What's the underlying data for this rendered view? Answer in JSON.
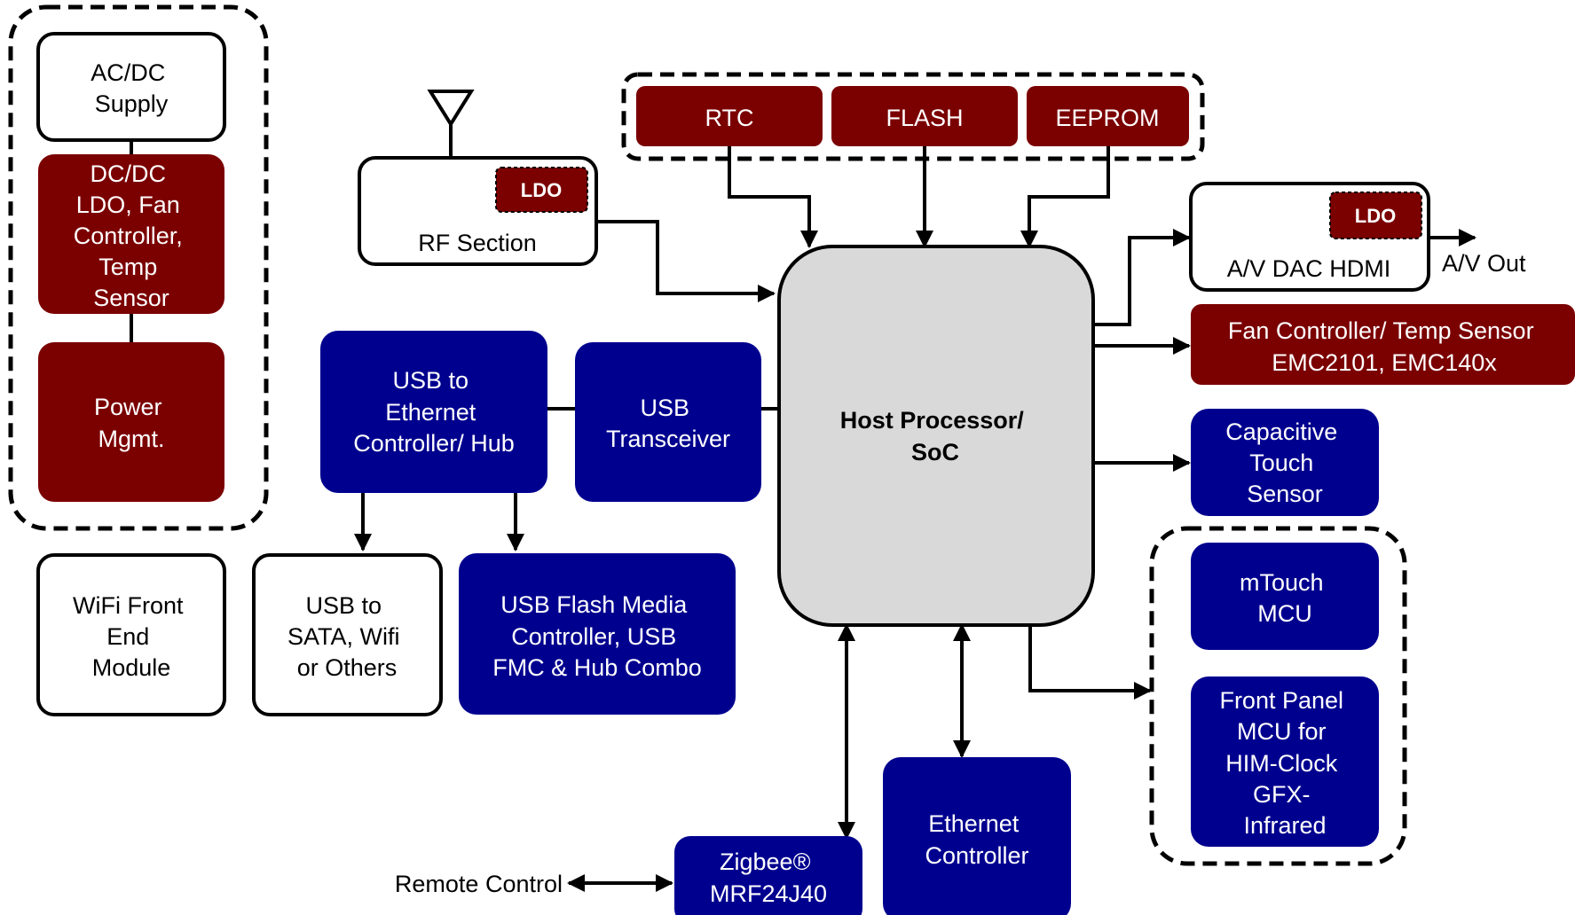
{
  "colors": {
    "red": "#7b0000",
    "blue": "#00008f",
    "soc_fill": "#d9d9d9",
    "line": "#000000"
  },
  "power": {
    "ac_dc": [
      "AC/DC",
      "Supply"
    ],
    "dc_dc": [
      "DC/DC",
      "LDO, Fan",
      "Controller,",
      "Temp",
      "Sensor"
    ],
    "power_mgmt": [
      "Power",
      "Mgmt."
    ]
  },
  "wifi": [
    "WiFi Front",
    "End",
    "Module"
  ],
  "antenna_icon": "antenna-icon",
  "rf": {
    "ldo": "LDO",
    "label": "RF Section"
  },
  "memory": {
    "rtc": "RTC",
    "flash": "FLASH",
    "eeprom": "EEPROM"
  },
  "usb_eth_hub": [
    "USB to",
    "Ethernet",
    "Controller/ Hub"
  ],
  "usb_transceiver": [
    "USB",
    "Transceiver"
  ],
  "usb_sata": [
    "USB to",
    "SATA, Wifi",
    "or Others"
  ],
  "usb_flash": [
    "USB Flash Media",
    "Controller, USB",
    "FMC & Hub Combo"
  ],
  "soc": [
    "Host Processor/",
    "SoC"
  ],
  "av": {
    "ldo": "LDO",
    "label": "A/V DAC HDMI",
    "out": "A/V Out"
  },
  "fan_temp": [
    "Fan Controller/ Temp Sensor",
    "EMC2101, EMC140x"
  ],
  "cap_touch": [
    "Capacitive",
    "Touch",
    "Sensor"
  ],
  "mtouch": [
    "mTouch",
    "MCU"
  ],
  "front_panel": [
    "Front Panel",
    "MCU for",
    "HIM-Clock",
    "GFX-",
    "Infrared"
  ],
  "ethernet": [
    "Ethernet",
    "Controller"
  ],
  "zigbee": [
    "Zigbee®",
    "MRF24J40"
  ],
  "remote": "Remote Control"
}
